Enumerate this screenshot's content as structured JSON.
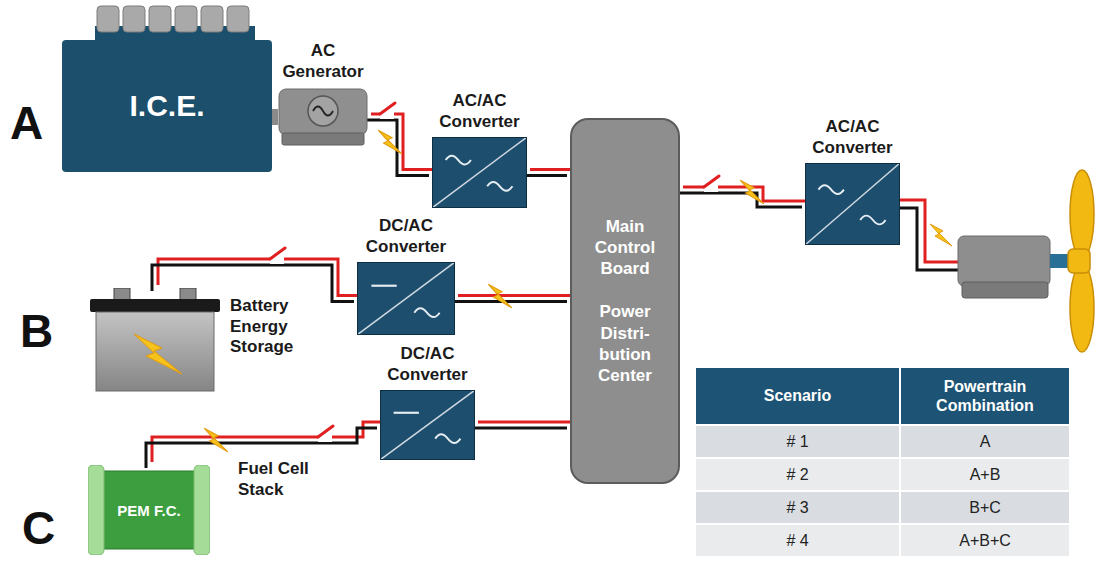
{
  "diagram": {
    "nodes": [
      {
        "text": [
          "I.C.E."
        ]
      },
      {
        "text": [
          "AC Generator"
        ]
      },
      {
        "text": [
          "AC/AC Converter"
        ]
      },
      {
        "text": [
          "Main Control Board",
          "Power Distri- bution Center"
        ]
      },
      {
        "text": [
          "AC/AC Converter"
        ]
      },
      {
        "text": [
          "Battery Energy Storage"
        ]
      },
      {
        "text": [
          "DC/AC Converter"
        ]
      },
      {
        "text": [
          "DC/AC Converter"
        ]
      },
      {
        "text": [
          "PEM F.C.",
          "Fuel Cell Stack"
        ]
      }
    ],
    "edges": [
      {
        "from": 0,
        "to": 1,
        "arrow": "none"
      },
      {
        "from": 1,
        "to": 2,
        "arrow": "none"
      },
      {
        "from": 2,
        "to": 3,
        "arrow": "none"
      },
      {
        "from": 3,
        "to": 4,
        "arrow": "none"
      },
      {
        "from": 5,
        "to": 6,
        "arrow": "none"
      },
      {
        "from": 6,
        "to": 3,
        "arrow": "none"
      },
      {
        "from": 8,
        "to": 7,
        "arrow": "none"
      },
      {
        "from": 7,
        "to": 3,
        "arrow": "none"
      }
    ],
    "labels": [
      "A",
      "B",
      "C",
      "Scenario",
      "Powertrain Combination",
      "# 1",
      "A",
      "# 2",
      "A+B",
      "# 3",
      "B+C",
      "# 4",
      "A+B+C"
    ]
  }
}
